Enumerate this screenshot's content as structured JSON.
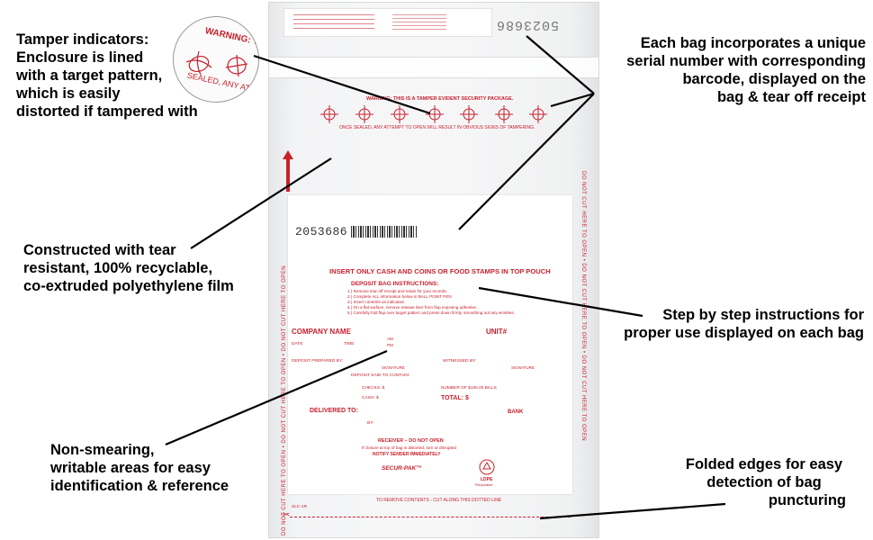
{
  "callouts": {
    "tamper": [
      "Tamper indicators:",
      "Enclosure is lined",
      "with a target pattern,",
      "which is easily",
      "distorted if tampered with"
    ],
    "serial": [
      "Each bag incorporates a unique",
      "serial number with corresponding",
      "barcode, displayed on the",
      "bag & tear off receipt"
    ],
    "constructed": [
      "Constructed with tear",
      "resistant, 100% recyclable,",
      "co-extruded polyethylene film"
    ],
    "steps": [
      "Step by step instructions for",
      "proper use displayed on each bag"
    ],
    "writable": [
      "Non-smearing,",
      "writable areas for easy",
      "identification & reference"
    ],
    "folded": [
      "Folded edges for easy",
      "detection of bag",
      "puncturing"
    ]
  },
  "bag": {
    "top_serial": "5023686",
    "warning_top": "WARNING: THIS IS A TAMPER EVIDENT SECURITY PACKAGE.",
    "warning_bottom": "ONCE SEALED, ANY ATTEMPT TO OPEN WILL RESULT IN OBVIOUS SIGNS OF TAMPERING.",
    "side_text": "DO NOT CUT HERE TO OPEN  •  DO NOT CUT HERE TO OPEN  •  DO NOT CUT HERE TO OPEN",
    "serial": "2053686",
    "heading": "INSERT ONLY CASH AND COINS OR FOOD STAMPS IN TOP POUCH",
    "instructions_title": "DEPOSIT BAG INSTRUCTIONS:",
    "instructions": [
      "1.) Remove tear-off receipt and retain for your records.",
      "2.) Complete ALL information below in BALL POINT PEN",
      "3.) Insert contents as indicated.",
      "4.) On a flat surface, remove release liner from flap exposing adhesive.",
      "5.) Carefully fold flap over target pattern and press down firmly, smoothing out any wrinkles."
    ],
    "company_name": "COMPANY NAME",
    "unit": "UNIT#",
    "date": "DATE",
    "time": "TIME",
    "am": "AM",
    "pm": "PM",
    "deposit_prepared_by": "DEPOSIT PREPARED BY:",
    "witnessed_by": "WITNESSED BY:",
    "signature": "SIGNATURE",
    "deposit_said": "DEPOSIT SAID TO CONTAIN:",
    "checks": "CHECKS:   $",
    "cash": "CASH:   $",
    "bills": "NUMBER OF $100.00 BILLS",
    "total": "TOTAL:   $",
    "delivered_to": "DELIVERED TO:",
    "bank": "BANK",
    "by": "BY:",
    "receiver": "RECEIVER – DO NOT OPEN",
    "receiver_2": "If closure at top of bag is distorted, torn or disrupted",
    "notify": "NOTIFY SENDER IMMEDIATELY",
    "brand": "SECUR-PAK™",
    "ldpe": "LDPE",
    "recyclable": "Recyclable",
    "remove_contents": "TO REMOVE CONTENTS - CUT ALONG THIS DOTTED LINE",
    "slc": "SLC-1R",
    "lens_warning": "WARNING: THIS",
    "lens_sealed": "SEALED, ANY ATTEMPT"
  },
  "colors": {
    "accent_red": "#c8202c"
  }
}
